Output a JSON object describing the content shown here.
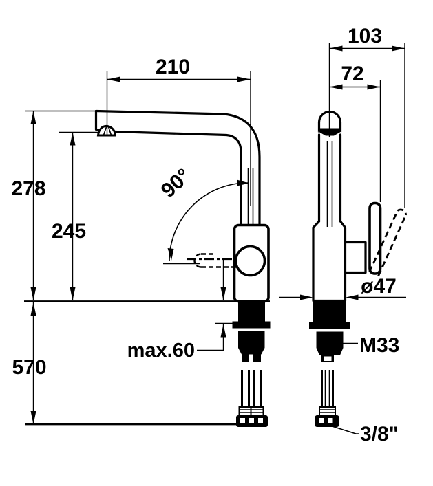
{
  "document": {
    "type": "technical-dimension-drawing",
    "subject": "single-lever kitchen faucet, side and front views",
    "background_color": "#ffffff",
    "line_color": "#000000"
  },
  "dimensions": {
    "spout_reach": "210",
    "total_height": "278",
    "outlet_height": "245",
    "install_depth": "570",
    "handle_reach": "103",
    "handle_offset": "72",
    "swivel_angle": "90°",
    "max_mounting_thickness": "max.60",
    "body_diameter": "ø47",
    "mounting_thread": "M33",
    "hose_connection": "3/8\""
  }
}
